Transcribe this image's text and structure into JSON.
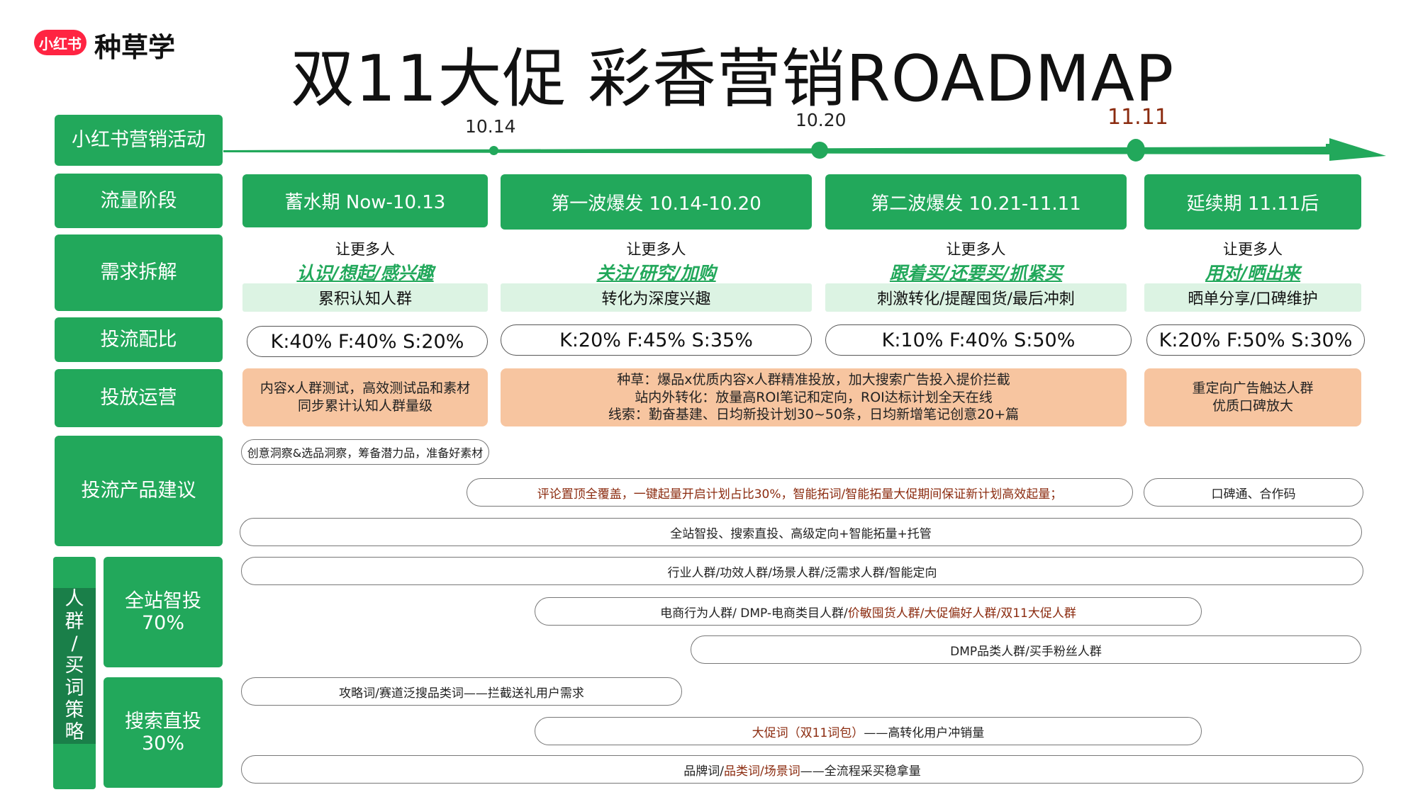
{
  "logo": {
    "badge": "小红书",
    "text": "种草学"
  },
  "title": "双11大促 彩香营销ROADMAP",
  "colors": {
    "green": "#22a85b",
    "dark_green": "#1a7f49",
    "light_green": "#dcf3e3",
    "peach": "#f7c5a0",
    "dark_red": "#8b2b0f"
  },
  "row_labels": {
    "activity": "小红书营销活动",
    "traffic": "流量阶段",
    "demand": "需求拆解",
    "ratio": "投流配比",
    "ops": "投放运营",
    "product": "投流产品建议",
    "strategy": "人群/买词策略",
    "smart": [
      "全站智投",
      "70%"
    ],
    "search": [
      "搜索直投",
      "30%"
    ]
  },
  "timeline": {
    "d1": "10.14",
    "d2": "10.20",
    "d3": "11.11"
  },
  "stages": [
    "蓄水期 Now-10.13",
    "第一波爆发 10.14-10.20",
    "第二波爆发 10.21-11.11",
    "延续期 11.11后"
  ],
  "demand": [
    {
      "top": "让更多人",
      "em": "认识/想起/感兴趣",
      "box": "累积认知人群"
    },
    {
      "top": "让更多人",
      "em": "关注/研究/加购",
      "box": "转化为深度兴趣"
    },
    {
      "top": "让更多人",
      "em": "跟着买/还要买/抓紧买",
      "box": "刺激转化/提醒囤货/最后冲刺"
    },
    {
      "top": "让更多人",
      "em": "用对/晒出来",
      "box": "晒单分享/口碑维护"
    }
  ],
  "ratios": [
    "K:40%  F:40%  S:20%",
    "K:20%  F:45%  S:35%",
    "K:10%  F:40%  S:50%",
    "K:20% F:50% S:30%"
  ],
  "ops": {
    "col1": [
      "内容x人群测试，高效测试品和素材",
      "同步累计认知人群量级"
    ],
    "col2": [
      "种草：爆品x优质内容x人群精准投放，加大搜索广告投入提价拦截",
      "站内外转化：放量高ROI笔记和定向，ROI达标计划全天在线",
      "线索：勤奋基建、日均新投计划30~50条，日均新增笔记创意20+篇"
    ],
    "col4": [
      "重定向广告触达人群",
      "优质口碑放大"
    ]
  },
  "product": {
    "p1": "创意洞察&选品洞察，筹备潜力品，准备好素材",
    "p2": "评论置顶全覆盖，一键起量开启计划占比30%，智能拓词/智能拓量大促期间保证新计划高效起量；",
    "p3": "口碑通、合作码",
    "p4": "全站智投、搜索直投、高级定向+智能拓量+托管"
  },
  "smart": {
    "s1": "行业人群/功效人群/场景人群/泛需求人群/智能定向",
    "s2a": "电商行为人群/ DMP-电商类目人群/",
    "s2b": "价敏囤货人群/大促偏好人群/双11大促人群",
    "s3": "DMP品类人群/买手粉丝人群"
  },
  "search": {
    "k1": "攻略词/赛道泛搜品类词——拦截送礼用户需求",
    "k2a": "大促词（双11词包）",
    "k2b": "——高转化用户冲销量",
    "k3a": "品牌词/",
    "k3b": "品类词/场景词",
    "k3c": "——全流程采买稳拿量"
  }
}
